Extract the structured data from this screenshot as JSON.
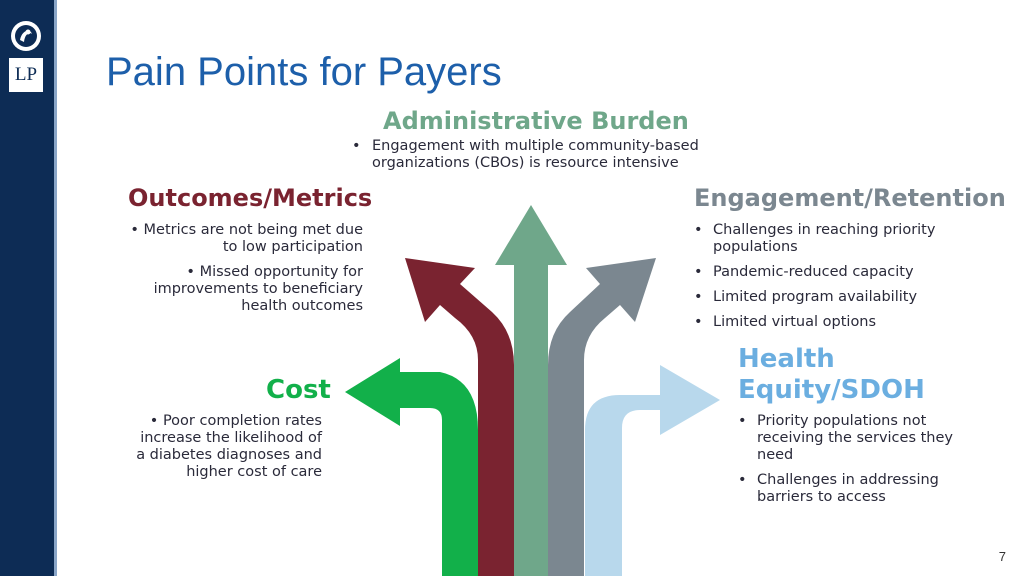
{
  "title": "Pain Points for Payers",
  "logo": {
    "text": "LP"
  },
  "colors": {
    "sidebar": "#0d2c55",
    "title": "#1d5faa",
    "admin": "#6fa78a",
    "outcomes": "#7a2330",
    "engagement": "#7b8790",
    "cost": "#12b04a",
    "health": "#6baee0",
    "health_arrow": "#b8d8ec"
  },
  "sections": {
    "admin": {
      "heading": "Administrative Burden",
      "bullets": [
        "Engagement with multiple community-based organizations (CBOs) is resource intensive"
      ]
    },
    "outcomes": {
      "heading": "Outcomes/Metrics",
      "bullets": [
        "Metrics are not being met due to low participation",
        "Missed opportunity for improvements to beneficiary health outcomes"
      ]
    },
    "engagement": {
      "heading": "Engagement/Retention",
      "bullets": [
        "Challenges in reaching priority populations",
        "Pandemic-reduced capacity",
        "Limited program availability",
        "Limited virtual options"
      ]
    },
    "cost": {
      "heading": "Cost",
      "bullets": [
        "Poor completion rates increase the likelihood of a diabetes diagnoses and higher cost of care"
      ]
    },
    "health": {
      "heading_line1": "Health",
      "heading_line2": "Equity/SDOH",
      "bullets": [
        "Priority populations not receiving the services they need",
        "Challenges in addressing barriers to access"
      ]
    }
  },
  "page_number": "7"
}
